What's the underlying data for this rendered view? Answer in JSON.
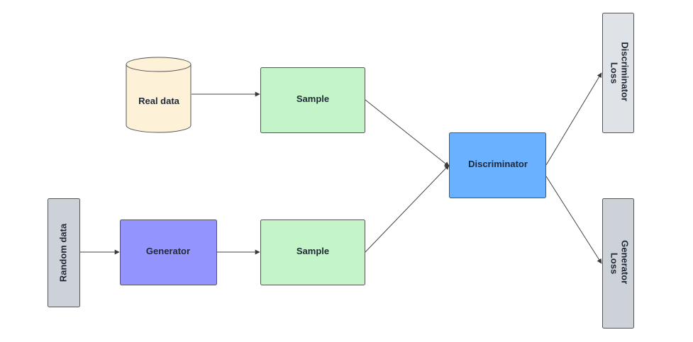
{
  "diagram": {
    "nodes": {
      "real_data": {
        "label": "Real data",
        "color": "#fdf1d8"
      },
      "sample_top": {
        "label": "Sample",
        "color": "#c4f5c9"
      },
      "discriminator": {
        "label": "Discriminator",
        "color": "#6ab1ff"
      },
      "discriminator_loss": {
        "line1": "Discriminator",
        "line2": "Loss",
        "color": "#dfe2e6"
      },
      "random_data": {
        "label": "Random data",
        "color": "#cdd2d9"
      },
      "generator": {
        "label": "Generator",
        "color": "#9494ff"
      },
      "sample_bottom": {
        "label": "Sample",
        "color": "#c4f5c9"
      },
      "generator_loss": {
        "line1": "Generator",
        "line2": "Loss",
        "color": "#cdd2d9"
      }
    },
    "edges": [
      {
        "from": "real_data",
        "to": "sample_top"
      },
      {
        "from": "sample_top",
        "to": "discriminator"
      },
      {
        "from": "random_data",
        "to": "generator"
      },
      {
        "from": "generator",
        "to": "sample_bottom"
      },
      {
        "from": "sample_bottom",
        "to": "discriminator"
      },
      {
        "from": "discriminator",
        "to": "discriminator_loss"
      },
      {
        "from": "discriminator",
        "to": "generator_loss"
      }
    ]
  }
}
